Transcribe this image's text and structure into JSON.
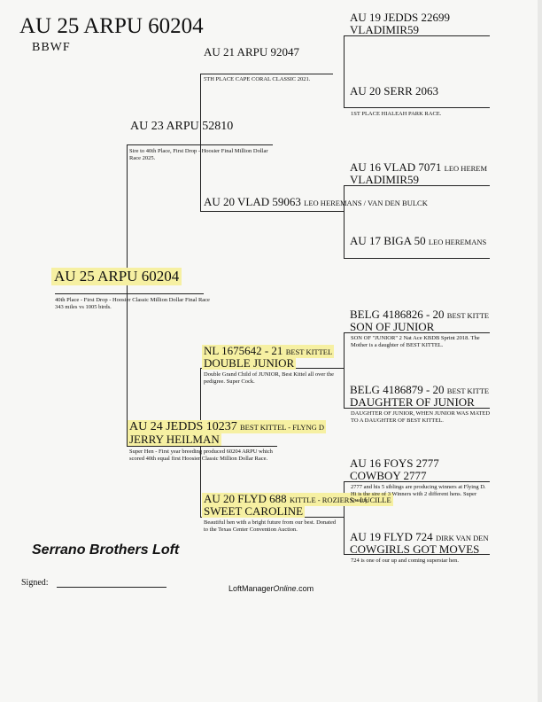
{
  "header": {
    "title": "AU 25 ARPU 60204",
    "subtitle": "BBWF"
  },
  "subject": {
    "band": "AU 25 ARPU 60204",
    "note": "40th Place - First Drop - Hoosier Classic Million Dollar Final Race 343 miles vs 1005 birds."
  },
  "sire": {
    "band": "AU 23 ARPU 52810",
    "note": "Sire to 40th Place, First Drop - Hoosier Final Million Dollar Race 2025."
  },
  "dam": {
    "band": "AU 24 JEDDS 10237",
    "breeder": "BEST KITTEL - FLYNG D",
    "name": "JERRY HEILMAN",
    "note": "Super Hen - First year breeding produced 60204 ARPU which scored 40th equal first Hoosier Classic Million Dollar Race."
  },
  "sire_sire": {
    "band": "AU 21 ARPU 92047",
    "note": "5TH PLACE CAPE CORAL CLASSIC 2021."
  },
  "sire_dam": {
    "band": "AU 20 VLAD 59063",
    "breeder": "LEO HEREMANS / VAN DEN BULCK"
  },
  "dam_sire": {
    "band": "NL 1675642 - 21",
    "breeder": "BEST KITTEL",
    "name": "DOUBLE JUNIOR",
    "note": "Double Grand Child of JUNIOR, Best Kittel all over the pedigree. Super Cock."
  },
  "dam_dam": {
    "band": "AU 20 FLYD 688",
    "breeder": "KITTLE - ROZIERS - LUCILLE",
    "name": "SWEET CAROLINE",
    "note": "Beautiful hen with a bright future from our best. Donated to the Texas Center Convention Auction."
  },
  "gen4": [
    {
      "band": "AU 19 JEDDS 22699",
      "name": "VLADIMIR59",
      "breeder": "",
      "note": ""
    },
    {
      "band": "AU 20 SERR 2063",
      "name": "",
      "breeder": "",
      "note": "1ST PLACE HIALEAH PARK RACE."
    },
    {
      "band": "AU 16 VLAD 7071",
      "name": "VLADIMIR59",
      "breeder": "LEO HEREM",
      "note": ""
    },
    {
      "band": "AU 17 BIGA 50",
      "name": "",
      "breeder": "LEO HEREMANS",
      "note": ""
    },
    {
      "band": "BELG 4186826 - 20",
      "name": "SON OF JUNIOR",
      "breeder": "BEST KITTE",
      "note": "SON OF \"JUNIOR\" 2 Nat Ace KBDB Sprint 2018. The Mother is a daughter of BEST KITTEL."
    },
    {
      "band": "BELG 4186879 - 20",
      "name": "DAUGHTER OF JUNIOR",
      "breeder": "BEST KITTE",
      "note": "DAUGHTER OF JUNIOR, WHEN JUNIOR WAS MATED TO A DAUGHTER OF BEST KITTEL."
    },
    {
      "band": "AU 16 FOYS 2777",
      "name": "COWBOY 2777",
      "breeder": "",
      "note": "2777 and his 5 siblings are producing winners at Flying D. Hi is the sire of 3 Winners with 2 different hens. Super Quality."
    },
    {
      "band": "AU 19 FLYD 724",
      "name": "COWGIRLS GOT MOVES",
      "breeder": "DIRK VAN DEN",
      "note": "724 is one of our up and coming superstar hen."
    }
  ],
  "footer": {
    "loft": "Serrano Brothers Loft",
    "signed_label": "Signed:",
    "site_prefix": "LoftManager",
    "site_italic": "Online",
    "site_suffix": ".com"
  }
}
